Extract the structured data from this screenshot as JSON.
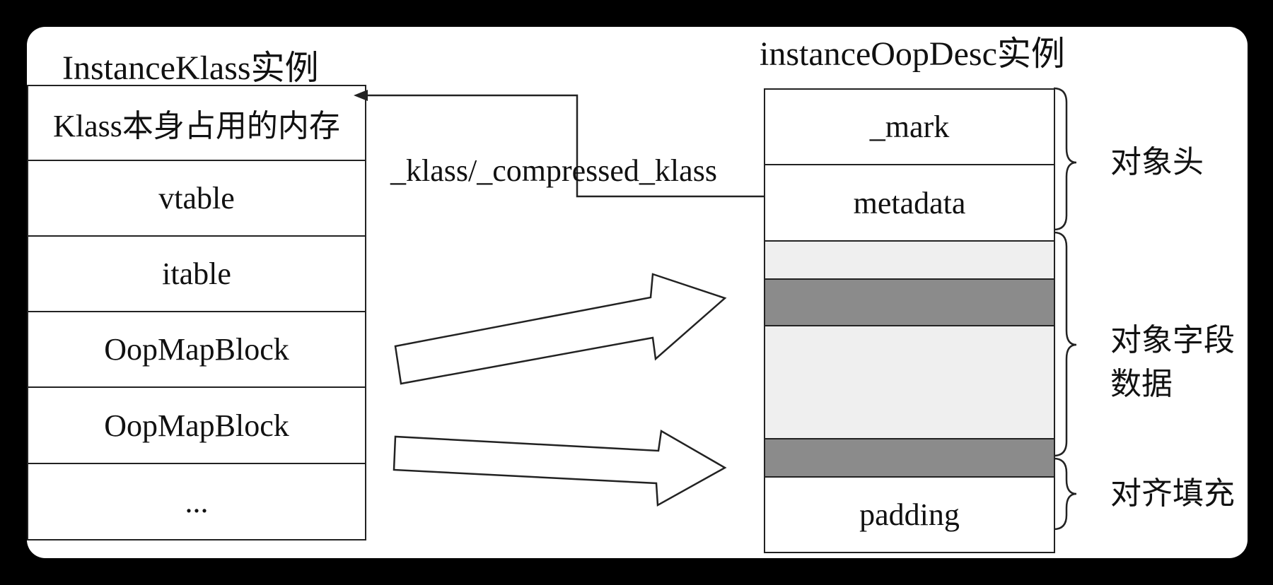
{
  "left_title": "InstanceKlass实例",
  "right_title": "instanceOopDesc实例",
  "klass_rows": [
    {
      "label": "Klass本身占用的内存"
    },
    {
      "label": "vtable"
    },
    {
      "label": "itable"
    },
    {
      "label": "OopMapBlock"
    },
    {
      "label": "OopMapBlock"
    },
    {
      "label": "..."
    }
  ],
  "oop_rows": [
    {
      "label": "_mark",
      "fill": "white"
    },
    {
      "label": "metadata",
      "fill": "white"
    },
    {
      "label": "",
      "fill": "light"
    },
    {
      "label": "",
      "fill": "dark"
    },
    {
      "label": "",
      "fill": "light"
    },
    {
      "label": "",
      "fill": "dark"
    },
    {
      "label": "padding",
      "fill": "white"
    }
  ],
  "pointer_label": "_klass/_compressed_klass",
  "groups": {
    "header": "对象头",
    "fields_line1": "对象字段",
    "fields_line2": "数据",
    "padding": "对齐填充"
  },
  "colors": {
    "background": "#000000",
    "panel": "#ffffff",
    "light_field": "#efefef",
    "dark_field": "#8b8b8b",
    "line": "#222222"
  }
}
